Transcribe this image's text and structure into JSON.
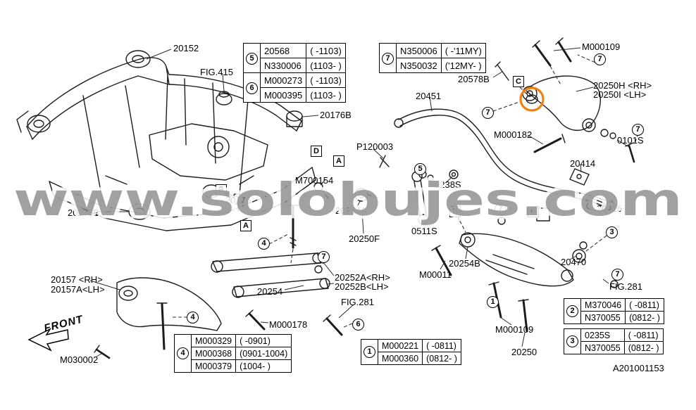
{
  "document": {
    "code": "A201001153",
    "watermark": "www.solobujes.com",
    "front_label": "FRONT"
  },
  "colors": {
    "highlight": "#f0820f"
  },
  "part_labels": [
    "20152",
    "FIG.415",
    "20578B",
    "M000109",
    "20250H <RH>",
    "20250I <LH>",
    "20451",
    "20176B",
    "P120003",
    "M000182",
    "0101S",
    "20414",
    "M700154",
    "0238S",
    "20176B",
    "20176",
    "20254A",
    "20416",
    "0511S",
    "20250F",
    "M00011",
    "20254B",
    "20470",
    "FIG.281",
    "20157 <RH>",
    "20157A<LH>",
    "20252A<RH>",
    "20252B<LH>",
    "20254",
    "FIG.281",
    "M000178",
    "M030002",
    "M000109",
    "20250"
  ],
  "diagram_callouts": [
    "5",
    "7",
    "7",
    "7",
    "7",
    "4",
    "7",
    "3",
    "7",
    "1",
    "4",
    "6"
  ],
  "ref_boxes": [
    "C",
    "D",
    "A",
    "B",
    "A",
    "B",
    "D"
  ],
  "tables": {
    "top_left": {
      "groups": [
        {
          "callout": "5",
          "rows": [
            [
              "20568",
              "( -1103)"
            ],
            [
              "N330006",
              "(1103- )"
            ]
          ]
        },
        {
          "callout": "6",
          "rows": [
            [
              "M000273",
              "( -1103)"
            ],
            [
              "M000395",
              "(1103- )"
            ]
          ]
        }
      ]
    },
    "top_right": {
      "groups": [
        {
          "callout": "7",
          "rows": [
            [
              "N350006",
              "( -'11MY)"
            ],
            [
              "N350032",
              "('12MY- )"
            ]
          ]
        }
      ]
    },
    "bottom_left": {
      "groups": [
        {
          "callout": "4",
          "rows": [
            [
              "M000329",
              "( -0901)"
            ],
            [
              "M000368",
              "(0901-1004)"
            ],
            [
              "M000379",
              "(1004- )"
            ]
          ]
        }
      ]
    },
    "bottom_middle": {
      "groups": [
        {
          "callout": "1",
          "rows": [
            [
              "M000221",
              "( -0811)"
            ],
            [
              "M000360",
              "(0812- )"
            ]
          ]
        }
      ]
    },
    "bottom_right_upper": {
      "groups": [
        {
          "callout": "2",
          "rows": [
            [
              "M370046",
              "( -0811)"
            ],
            [
              "N370055",
              "(0812- )"
            ]
          ]
        }
      ]
    },
    "bottom_right_lower": {
      "groups": [
        {
          "callout": "3",
          "rows": [
            [
              "0235S",
              "( -0811)"
            ],
            [
              "N370055",
              "(0812- )"
            ]
          ]
        }
      ]
    }
  }
}
